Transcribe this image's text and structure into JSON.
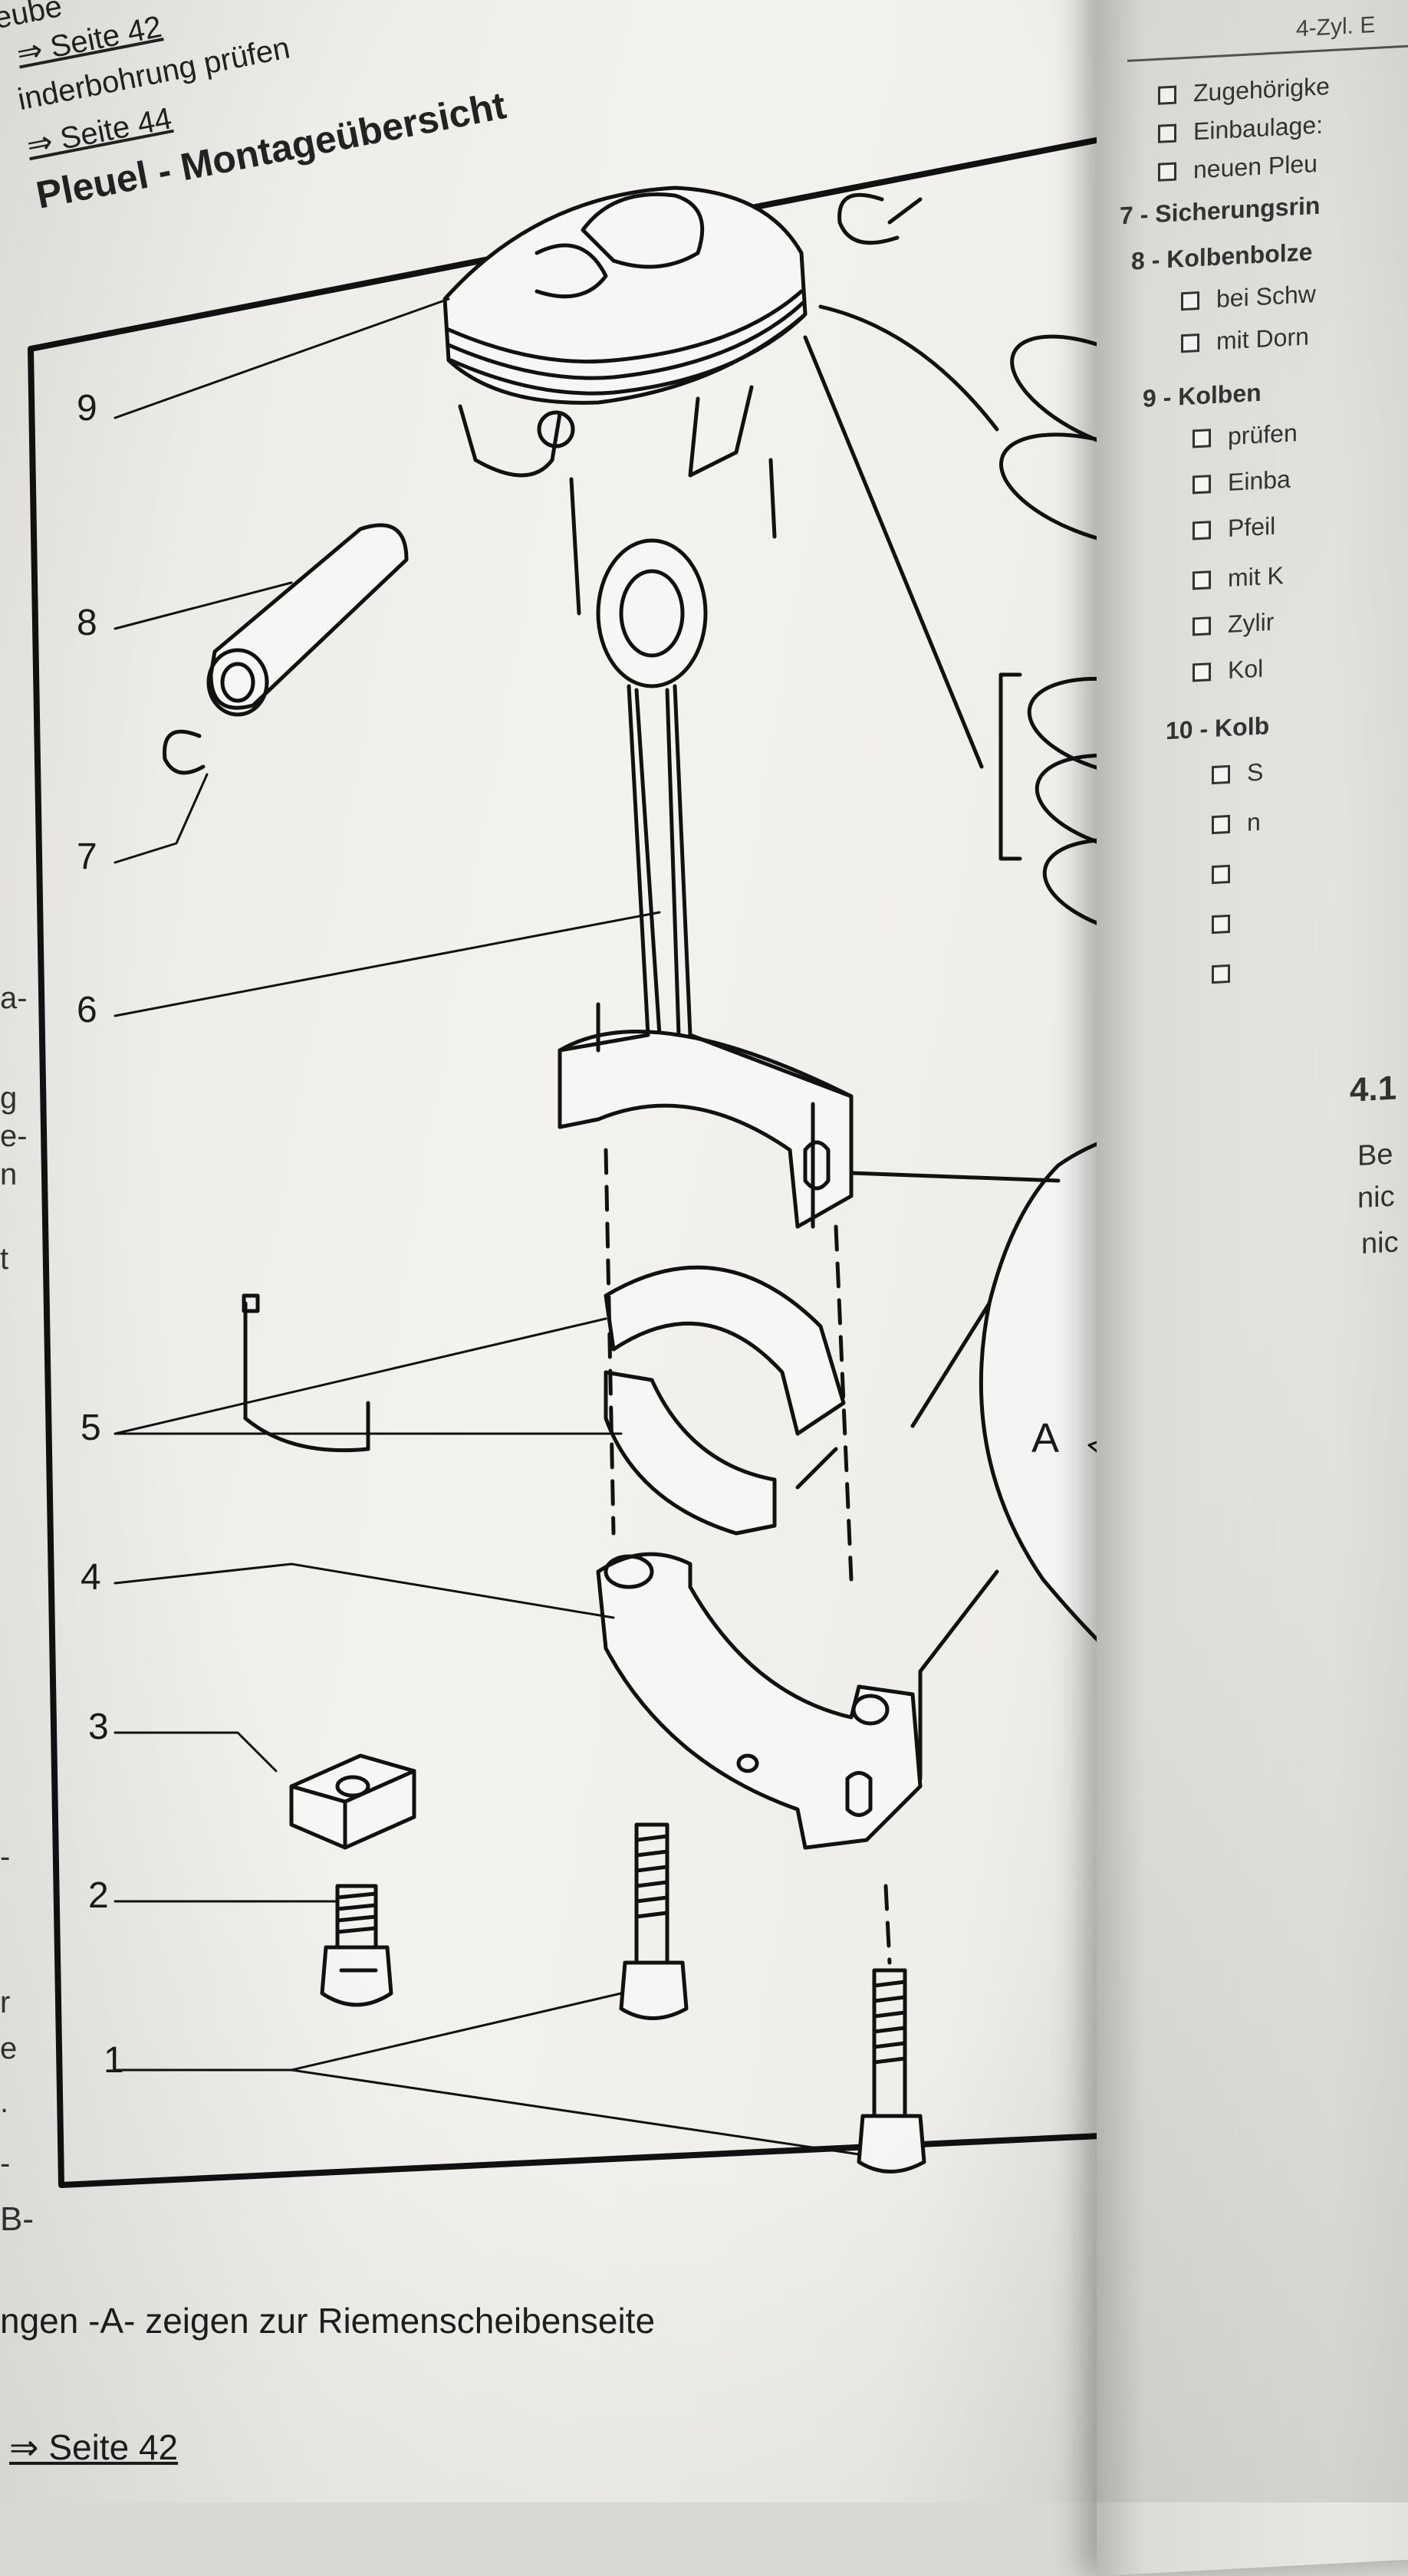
{
  "left_page": {
    "header": {
      "line1": "eube",
      "link1": "⇒ Seite 42",
      "line2": "inderbohrung prüfen",
      "link2": "⇒ Seite 44",
      "title": "Pleuel - Montageübersicht"
    },
    "callouts": [
      "9",
      "8",
      "7",
      "6",
      "5",
      "4",
      "3",
      "2",
      "1",
      "A"
    ],
    "margin_fragments": [
      "a-",
      "g",
      "e-",
      "n",
      "t",
      "-",
      "r",
      "e",
      ".",
      "-",
      "B-"
    ],
    "caption": "ngen -A- zeigen zur Riemenscheibenseite",
    "footer_link": "⇒ Seite 42"
  },
  "right_page": {
    "header": "4-Zyl. E",
    "items": [
      {
        "type": "bullet",
        "text": "Zugehörigke"
      },
      {
        "type": "bullet",
        "text": "Einbaulage:"
      },
      {
        "type": "bullet",
        "text": "neuen Pleu"
      },
      {
        "type": "head",
        "text": "7 - Sicherungsrin"
      },
      {
        "type": "head",
        "text": "8 - Kolbenbolze"
      },
      {
        "type": "bullet",
        "text": "bei Schw"
      },
      {
        "type": "bullet",
        "text": "mit Dorn"
      },
      {
        "type": "head",
        "text": "9 - Kolben"
      },
      {
        "type": "bullet",
        "text": "prüfen"
      },
      {
        "type": "bullet",
        "text": "Einba"
      },
      {
        "type": "bullet",
        "text": "Pfeil"
      },
      {
        "type": "bullet",
        "text": "mit K"
      },
      {
        "type": "bullet",
        "text": "Zylir"
      },
      {
        "type": "bullet",
        "text": "Kol"
      },
      {
        "type": "head",
        "text": "10 - Kolb"
      },
      {
        "type": "bullet",
        "text": "S"
      },
      {
        "type": "bullet",
        "text": "n"
      },
      {
        "type": "bullet",
        "text": ""
      },
      {
        "type": "bullet",
        "text": ""
      },
      {
        "type": "bullet",
        "text": ""
      }
    ],
    "section_number": "4.1",
    "section_lines": [
      "Be",
      "nic",
      "nic"
    ]
  }
}
